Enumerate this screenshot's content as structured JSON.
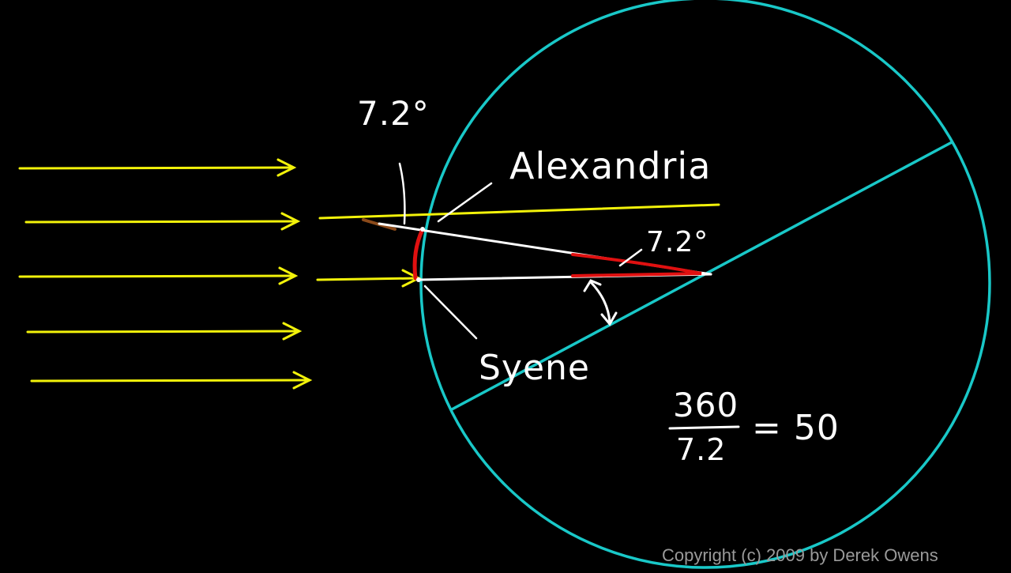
{
  "labels": {
    "alexandria": "Alexandria",
    "syene": "Syene",
    "angle_top": "7.2°",
    "angle_center": "7.2°"
  },
  "formula": {
    "numerator": "360",
    "denominator": "7.2",
    "result": "= 50"
  },
  "copyright": "Copyright (c) 2009 by Derek Owens",
  "colors": {
    "background": "#000000",
    "sun_rays": "#f2f20a",
    "earth": "#19c8c8",
    "arc_highlight": "#e01010",
    "lines": "#ffffff"
  }
}
